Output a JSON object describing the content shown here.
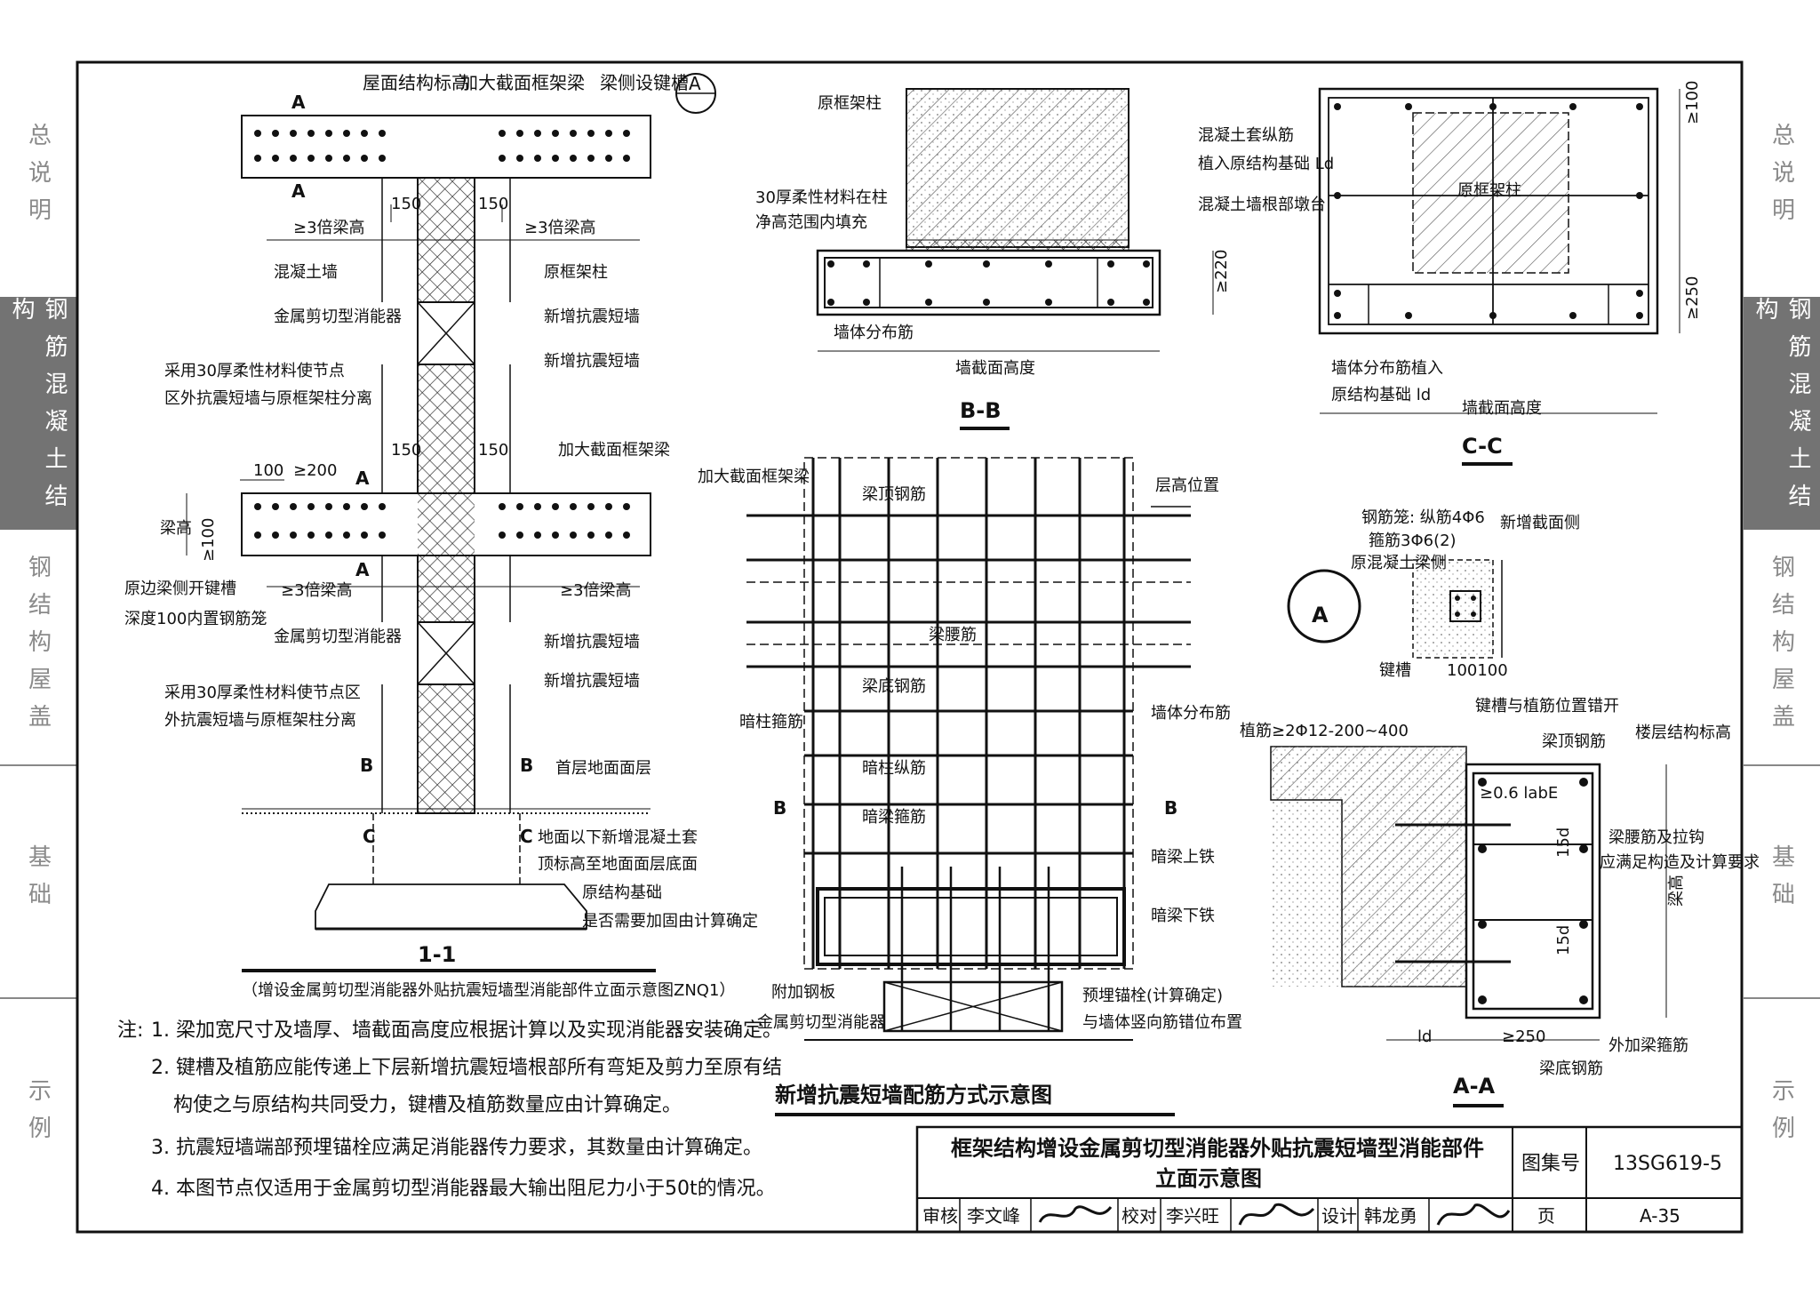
{
  "side_tabs": [
    {
      "label": "总说明",
      "active": false
    },
    {
      "label": "钢筋混凝土结构",
      "active": true
    },
    {
      "label": "钢结构屋盖",
      "active": false
    },
    {
      "label": "基础",
      "active": false
    },
    {
      "label": "示例",
      "active": false
    }
  ],
  "section_1_1": {
    "section_mark_A": "A",
    "labels": {
      "roof_elev": "屋面结构标高",
      "enlarged_beam": "加大截面框架梁",
      "beam_keyslot": "梁侧设键槽",
      "ge3_beam_h": "≥3倍梁高",
      "dim_150": "150",
      "concrete_wall": "混凝土墙",
      "orig_column": "原框架柱",
      "damper": "金属剪切型消能器",
      "new_short_wall": "新增抗震短墙",
      "flex_note_1": "采用30厚柔性材料使节点",
      "flex_note_2": "区外抗震短墙与原框架柱分离",
      "flex_note_3": "采用30厚柔性材料使节点区",
      "flex_note_4": "外抗震短墙与原框架柱分离",
      "dim_100": "100",
      "dim_ge200": "≥200",
      "dim_ge100": "≥100",
      "beam_height": "梁高",
      "orig_beam_slot_1": "原边梁侧开键槽",
      "orig_beam_slot_2": "深度100内置钢筋笼",
      "cut_A": "A",
      "cut_B": "B",
      "cut_C": "C",
      "first_floor": "首层地面面层",
      "below_ground_1": "地面以下新增混凝土套",
      "below_ground_2": "顶标高至地面面层底面",
      "orig_foundation": "原结构基础",
      "reinforce_note": "是否需要加固由计算确定",
      "title": "1-1",
      "caption": "（增设金属剪切型消能器外贴抗震短墙型消能部件立面示意图ZNQ1）"
    }
  },
  "section_BB": {
    "title": "B-B",
    "orig_column": "原框架柱",
    "filler_1": "30厚柔性材料在柱",
    "filler_2": "净高范围内填充",
    "dim_ge220": "≥220",
    "wall_dist": "墙体分布筋",
    "wall_width": "墙截面高度"
  },
  "section_CC": {
    "title": "C-C",
    "jacket_rebar_1": "混凝土套纵筋",
    "jacket_rebar_2": "植入原结构基础 Ld",
    "wall_base": "混凝土墙根部墩台",
    "orig_column": "原框架柱",
    "dim_ge100": "≥100",
    "dim_ge250": "≥250",
    "dist_embed_1": "墙体分布筋植入",
    "dist_embed_2": "原结构基础 ld",
    "wall_width": "墙截面高度"
  },
  "elevation": {
    "title": "新增抗震短墙配筋方式示意图",
    "enlarged_beam": "加大截面框架梁",
    "story_height": "层高位置",
    "beam_top": "梁顶钢筋",
    "beam_waist": "梁腰筋",
    "beam_bottom": "梁底钢筋",
    "hidden_col_stirrup": "暗柱箍筋",
    "wall_dist": "墙体分布筋",
    "hidden_col_long": "暗柱纵筋",
    "hidden_beam_stirrup": "暗梁箍筋",
    "hidden_beam_top": "暗梁上铁",
    "hidden_beam_bottom": "暗梁下铁",
    "plate": "附加钢板",
    "damper": "金属剪切型消能器",
    "anchor_1": "预埋锚栓(计算确定)",
    "anchor_2": "与墙体竖向筋错位布置",
    "cut_B": "B"
  },
  "detail_A": {
    "mark": "A",
    "cage_1": "钢筋笼: 纵筋4Φ6",
    "cage_2": "箍筋3Φ6(2)",
    "new_face": "新增截面侧",
    "orig_face": "原混凝土梁侧",
    "keyslot": "键槽",
    "dim": "100100"
  },
  "section_AA": {
    "title": "A-A",
    "plant_bars": "植筋≥2Φ12-200~400",
    "slot_offset": "键槽与植筋位置错开",
    "floor_elev": "楼层结构标高",
    "beam_top": "梁顶钢筋",
    "dim_06": "≥0.6 labE",
    "waist_1": "梁腰筋及拉钩",
    "waist_2": "应满足构造及计算要求",
    "dim_15d": "15d",
    "beam_height": "梁高",
    "dim_ld": "ld",
    "dim_ge250": "≥250",
    "outer_stirrup": "外加梁箍筋",
    "beam_bottom": "梁底钢筋"
  },
  "notes": {
    "prefix": "注:",
    "items": [
      "1. 梁加宽尺寸及墙厚、墙截面高度应根据计算以及实现消能器安装确定。",
      "2. 键槽及植筋应能传递上下层新增抗震短墙根部所有弯矩及剪力至原有结",
      "构使之与原结构共同受力，键槽及植筋数量应由计算确定。",
      "3. 抗震短墙端部预埋锚栓应满足消能器传力要求，其数量由计算确定。",
      "4. 本图节点仅适用于金属剪切型消能器最大输出阻尼力小于50t的情况。"
    ]
  },
  "title_block": {
    "title_line1": "框架结构增设金属剪切型消能器外贴抗震短墙型消能部件",
    "title_line2": "立面示意图",
    "atlas_label": "图集号",
    "atlas_no": "13SG619-5",
    "review_label": "审核",
    "reviewer": "李文峰",
    "check_label": "校对",
    "checker": "李兴旺",
    "design_label": "设计",
    "designer": "韩龙勇",
    "page_label": "页",
    "page_no": "A-35"
  }
}
